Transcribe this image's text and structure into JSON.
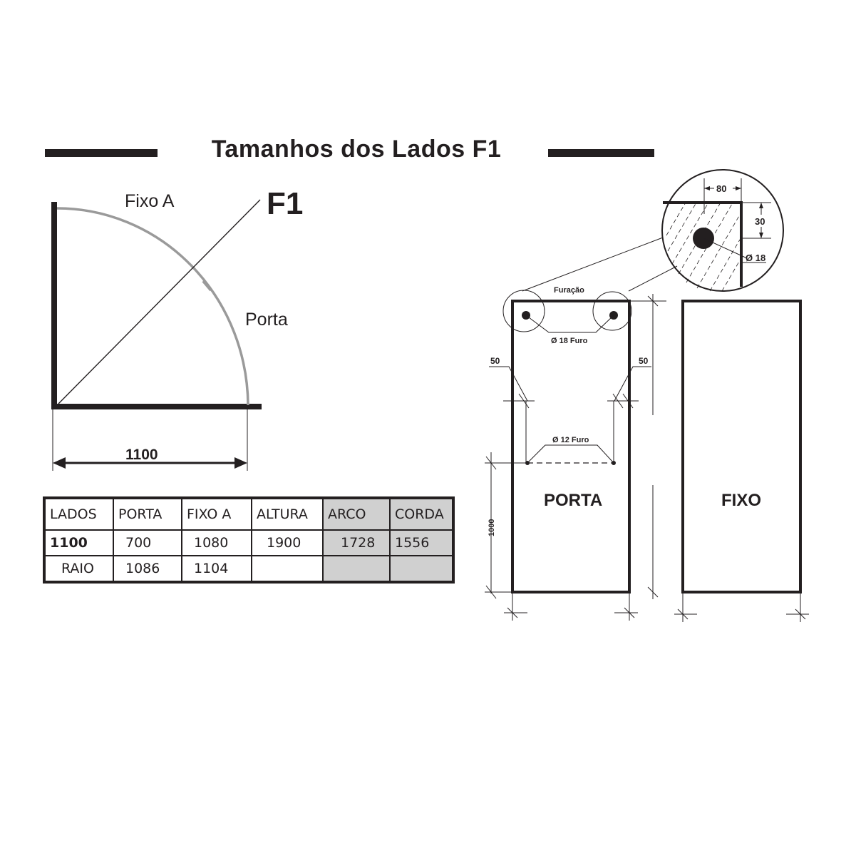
{
  "title": "Tamanhos dos Lados F1",
  "diagram": {
    "model": "F1",
    "fixo_label": "Fixo A",
    "porta_label": "Porta",
    "base_dimension": "1100"
  },
  "table": {
    "headers": [
      "LADOS",
      "PORTA",
      "FIXO A",
      "ALTURA",
      "ARCO",
      "CORDA"
    ],
    "rows": [
      [
        "1100",
        "700",
        "1080",
        "1900",
        "1728",
        "1556"
      ],
      [
        "RAIO",
        "1086",
        "1104",
        "",
        "",
        ""
      ]
    ]
  },
  "detail": {
    "width_label": "80",
    "height_label": "30",
    "hole_label": "Ø 18",
    "furacao_label": "Furação",
    "furo18_label": "Ø 18 Furo",
    "furo12_label": "Ø 12 Furo",
    "left_offset": "50",
    "right_offset": "50",
    "height_1000": "1000",
    "porta_panel": "PORTA",
    "fixo_panel": "FIXO"
  },
  "colors": {
    "ink": "#231f20",
    "arc_gray": "#9a9a9a",
    "shade": "#d0d0d0"
  }
}
